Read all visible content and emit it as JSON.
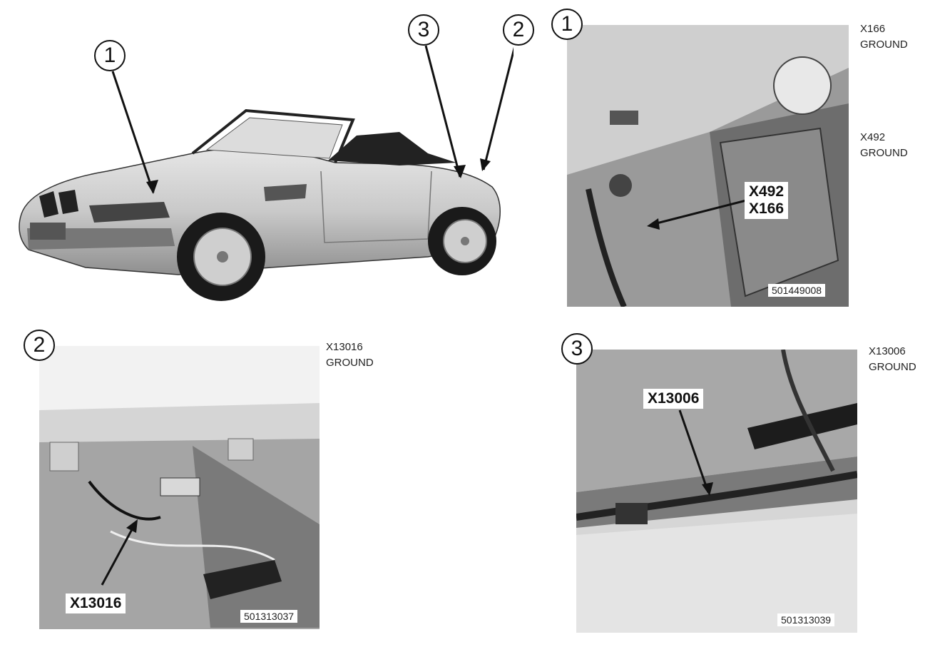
{
  "overview": {
    "callouts": [
      "1",
      "3",
      "2"
    ]
  },
  "panels": [
    {
      "id": "1",
      "ground_text": [
        "X166",
        "GROUND",
        "X492",
        "GROUND"
      ],
      "connector_label": [
        "X492",
        "X166"
      ],
      "ref": "501449008"
    },
    {
      "id": "2",
      "ground_text": [
        "X13016",
        "GROUND"
      ],
      "connector_label": [
        "X13016"
      ],
      "ref": "501313037"
    },
    {
      "id": "3",
      "ground_text": [
        "X13006",
        "GROUND"
      ],
      "connector_label": [
        "X13006"
      ],
      "ref": "501313039"
    }
  ]
}
